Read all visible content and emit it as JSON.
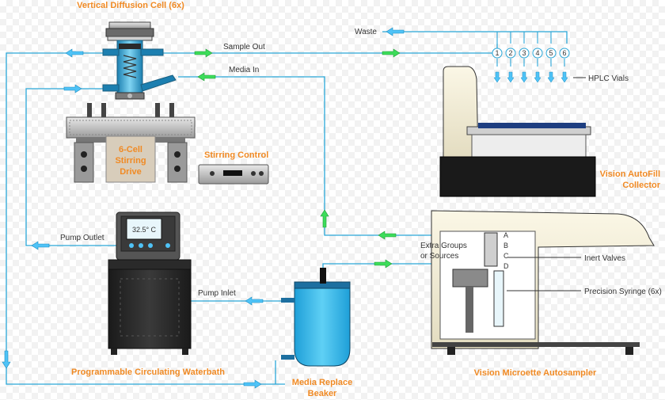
{
  "title": "Vertical Diffusion Cell (6x)",
  "labels": {
    "sample_out": "Sample Out",
    "media_in": "Media In",
    "waste": "Waste",
    "hplc_vials": "HPLC Vials",
    "drive_line1": "6-Cell",
    "drive_line2": "Stirring",
    "drive_line3": "Drive",
    "stirring_control": "Stirring Control",
    "autofill_line1": "Vision AutoFill",
    "autofill_line2": "Collector",
    "temperature": "32.5° C",
    "pump_outlet": "Pump Outlet",
    "pump_inlet": "Pump Inlet",
    "extra_groups_line1": "Extra Groups",
    "extra_groups_line2": "or Sources",
    "inert_valves": "Inert Valves",
    "precision_syringe": "Precision Syringe (6x)",
    "waterbath": "Programmable Circulating Waterbath",
    "beaker_line1": "Media Replace",
    "beaker_line2": "Beaker",
    "autosampler": "Vision Microette Autosampler"
  },
  "vial_numbers": [
    "1",
    "2",
    "3",
    "4",
    "5",
    "6"
  ],
  "valve_letters": [
    "A",
    "B",
    "C",
    "D"
  ],
  "colors": {
    "title_orange": "#f08a24",
    "tube_blue": "#2aa7d8",
    "arrow_blue": "#4fc3f7",
    "arrow_green": "#3ddc5a",
    "beaker_blue": "#29b6f6"
  }
}
